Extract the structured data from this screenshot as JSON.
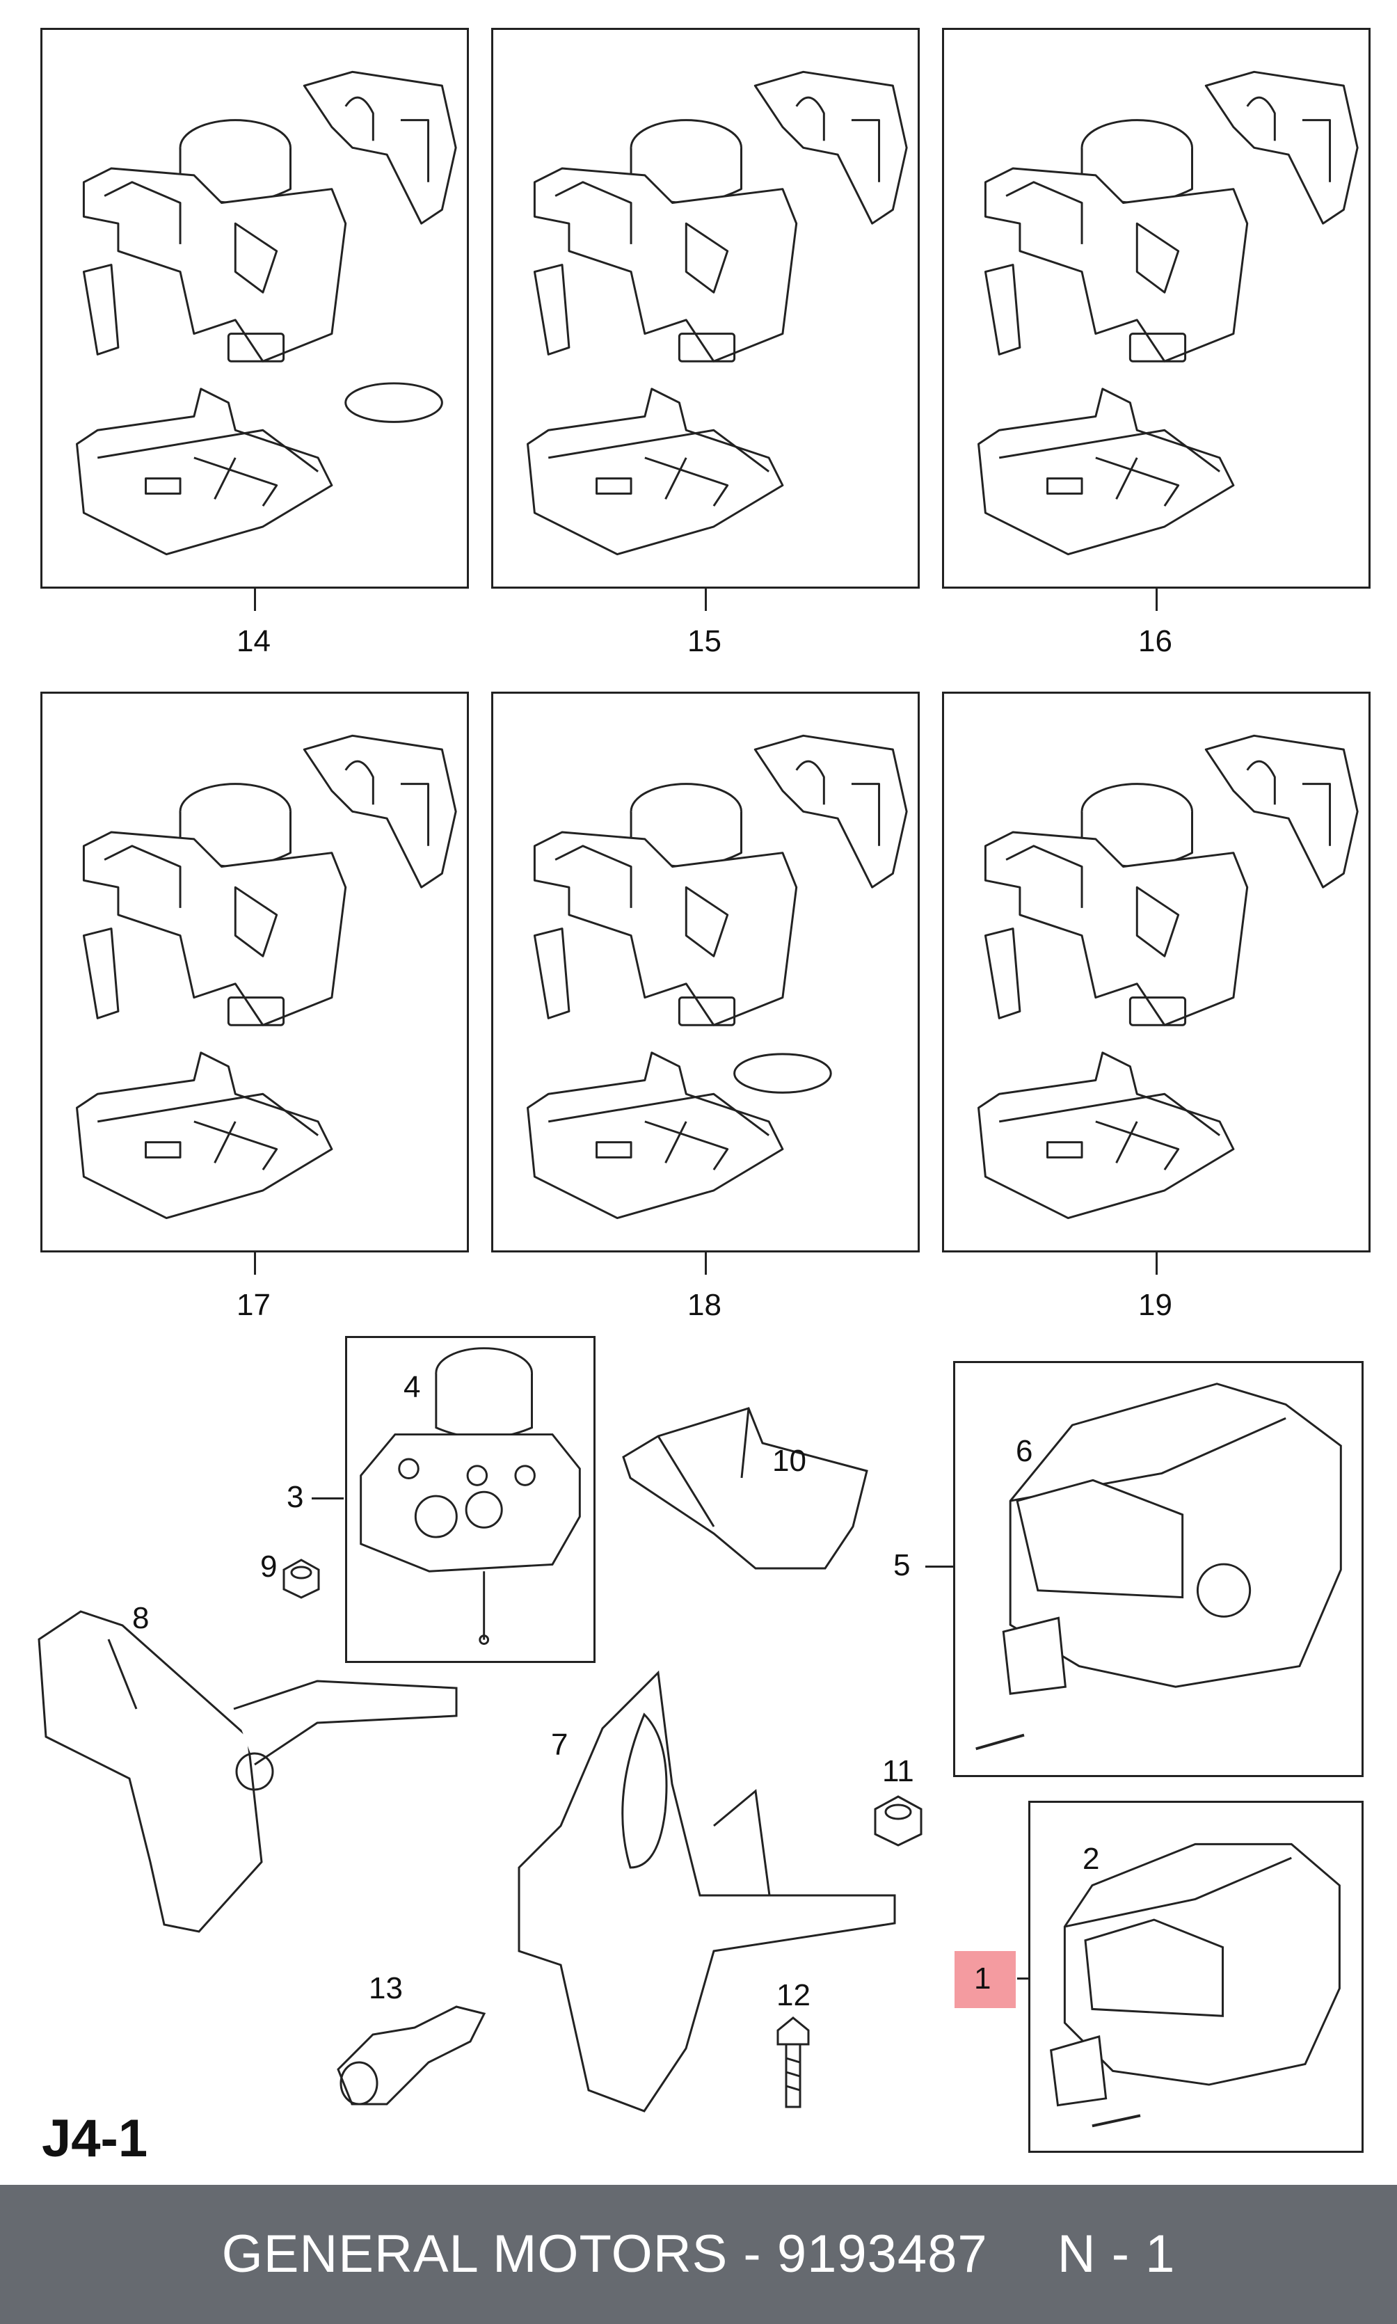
{
  "diagram": {
    "panels_top": [
      "14",
      "15",
      "16"
    ],
    "panels_mid": [
      "17",
      "18",
      "19"
    ],
    "callouts": {
      "c1": "1",
      "c2": "2",
      "c3": "3",
      "c4": "4",
      "c5": "5",
      "c6": "6",
      "c7": "7",
      "c8": "8",
      "c9": "9",
      "c10": "10",
      "c11": "11",
      "c12": "12",
      "c13": "13"
    },
    "page_ref": "J4-1",
    "highlight_color": "#f28a8f"
  },
  "footer": {
    "text": "GENERAL MOTORS - 9193487",
    "suffix": "N - 1",
    "background": "#666a70"
  }
}
